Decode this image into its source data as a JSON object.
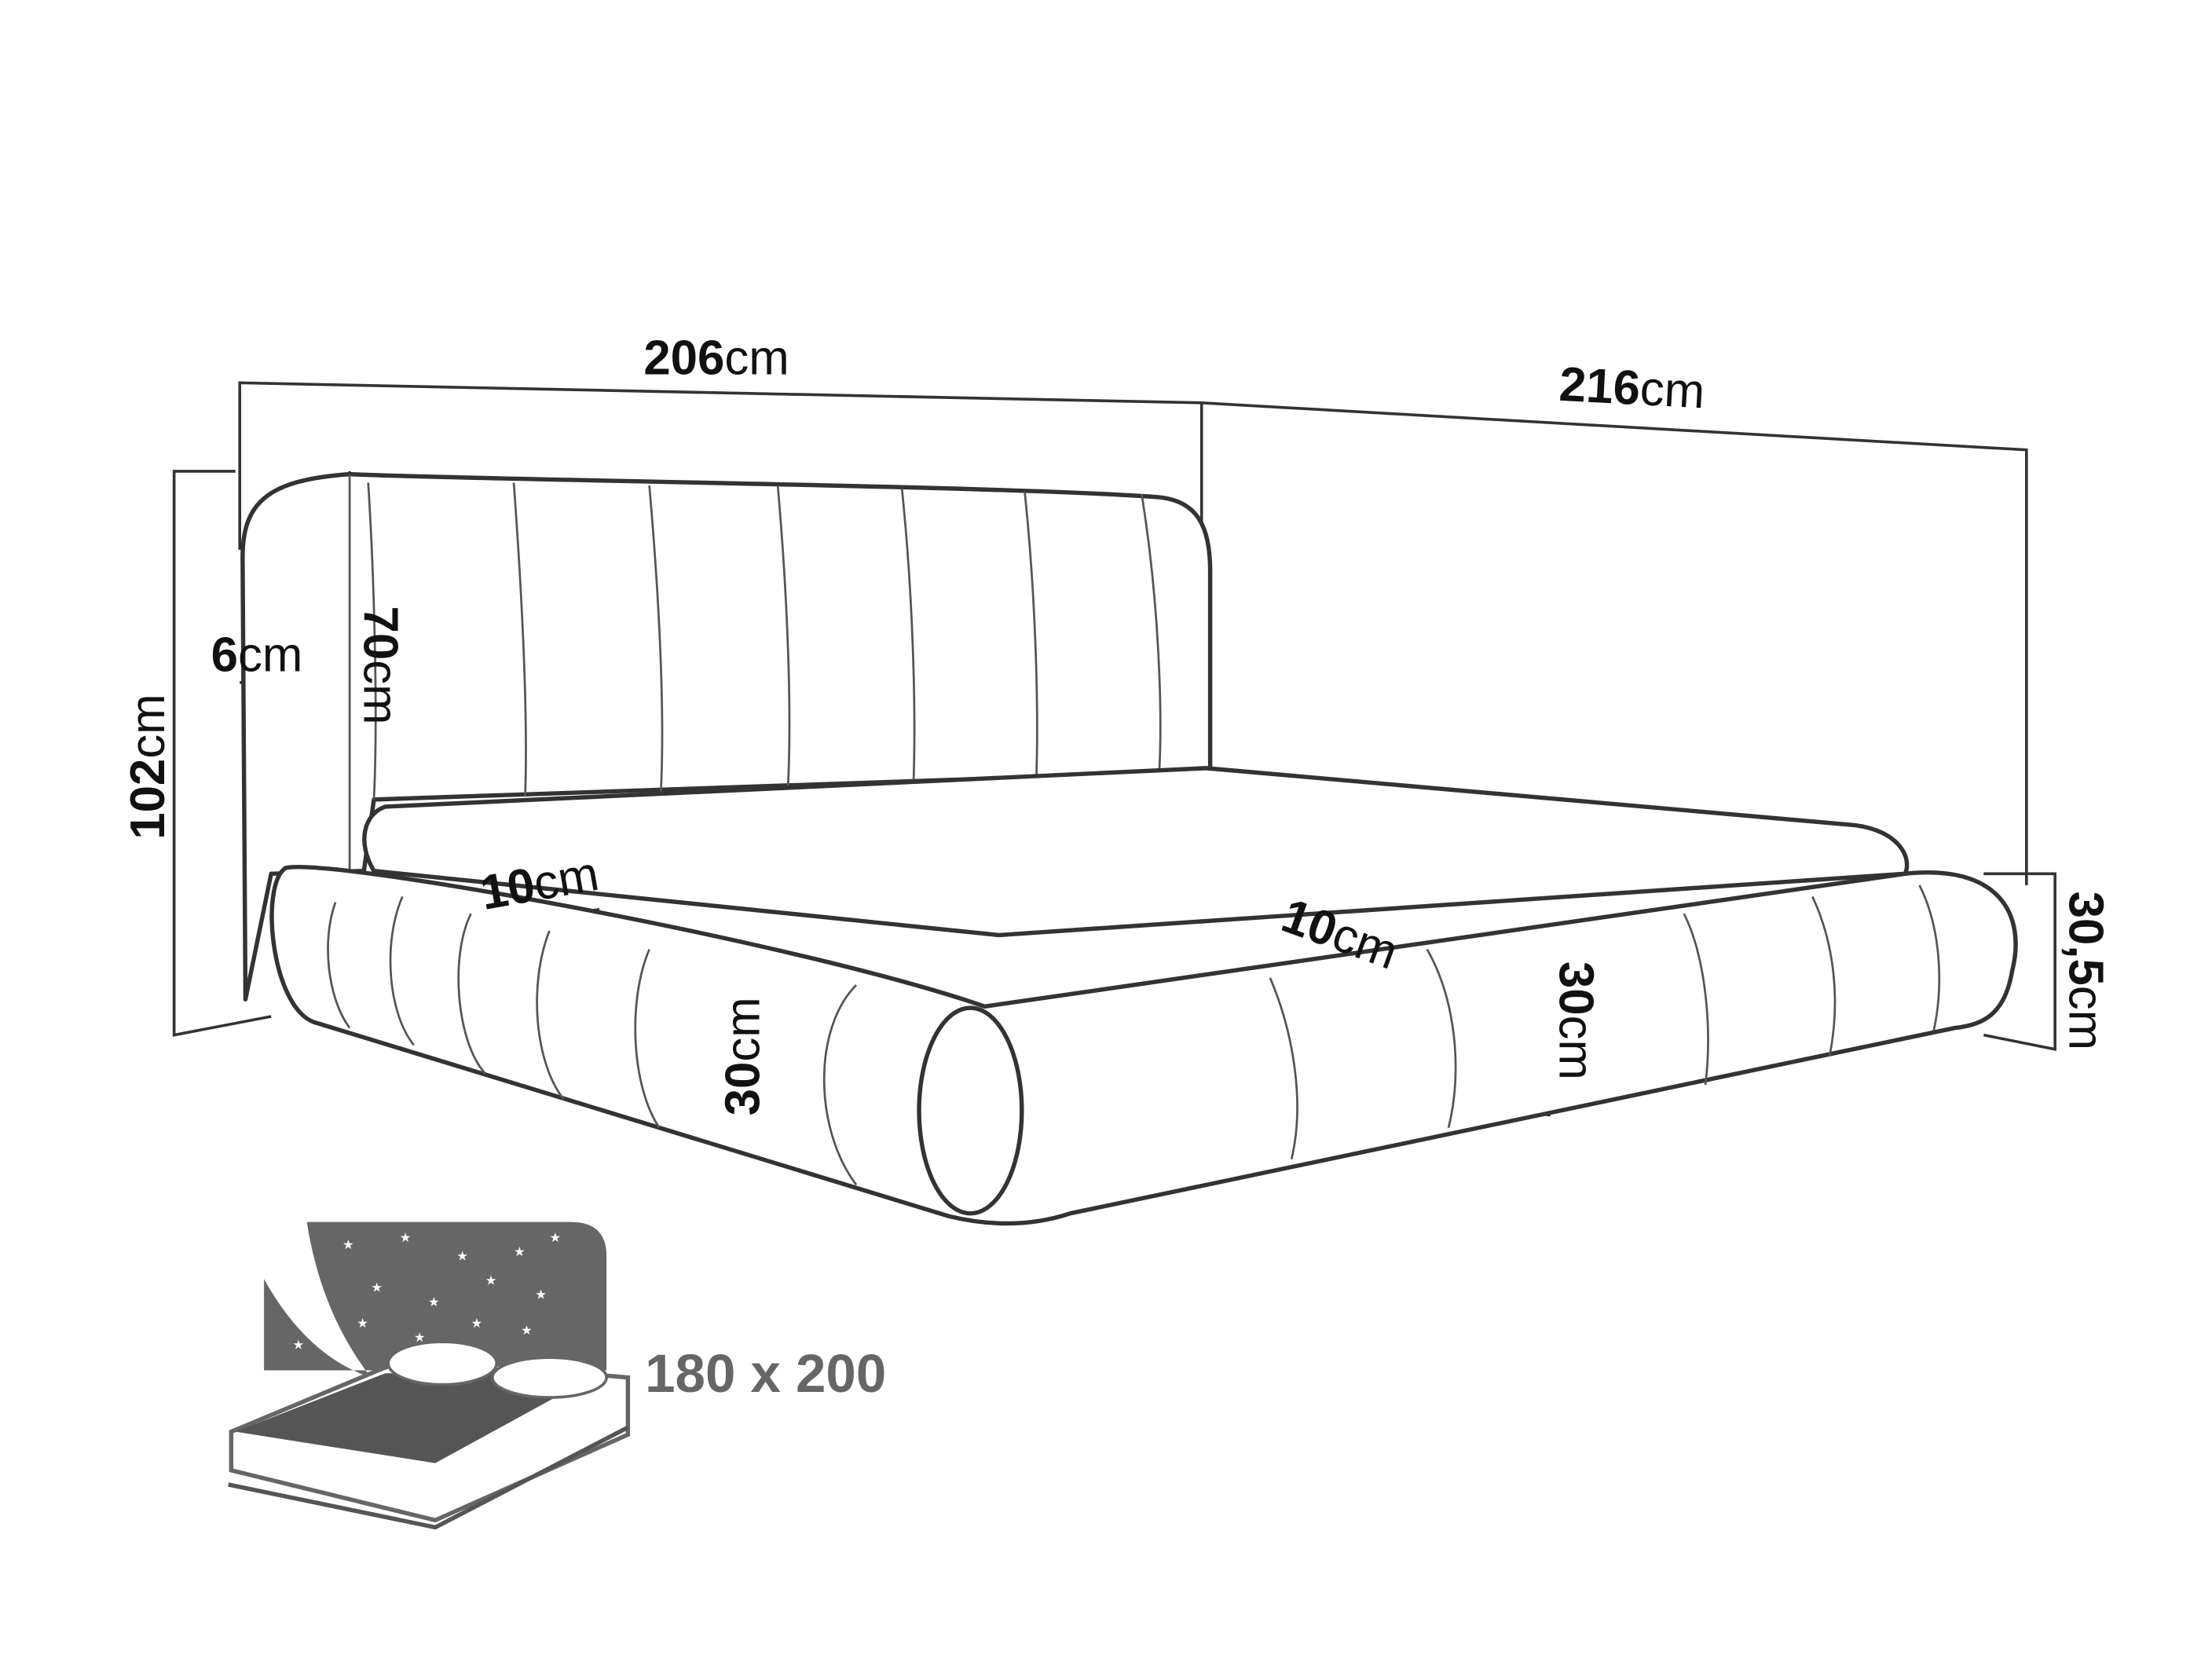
{
  "dimensions": {
    "total_width": {
      "value": "206",
      "unit": "cm"
    },
    "total_length": {
      "value": "216",
      "unit": "cm"
    },
    "headboard_thickness": {
      "value": "6",
      "unit": "cm"
    },
    "headboard_height_above_frame": {
      "value": "70",
      "unit": "cm"
    },
    "total_height": {
      "value": "102",
      "unit": "cm"
    },
    "side_roll_left": {
      "value": "10",
      "unit": "cm"
    },
    "side_roll_right": {
      "value": "10",
      "unit": "cm"
    },
    "frame_height_front": {
      "value": "30",
      "unit": "cm"
    },
    "frame_height_side": {
      "value": "30",
      "unit": "cm"
    },
    "ground_to_top": {
      "value": "30,5",
      "unit": "cm"
    }
  },
  "mattress_size": "180 x 200",
  "colors": {
    "line": "#333333",
    "icon_gray": "#666666"
  }
}
